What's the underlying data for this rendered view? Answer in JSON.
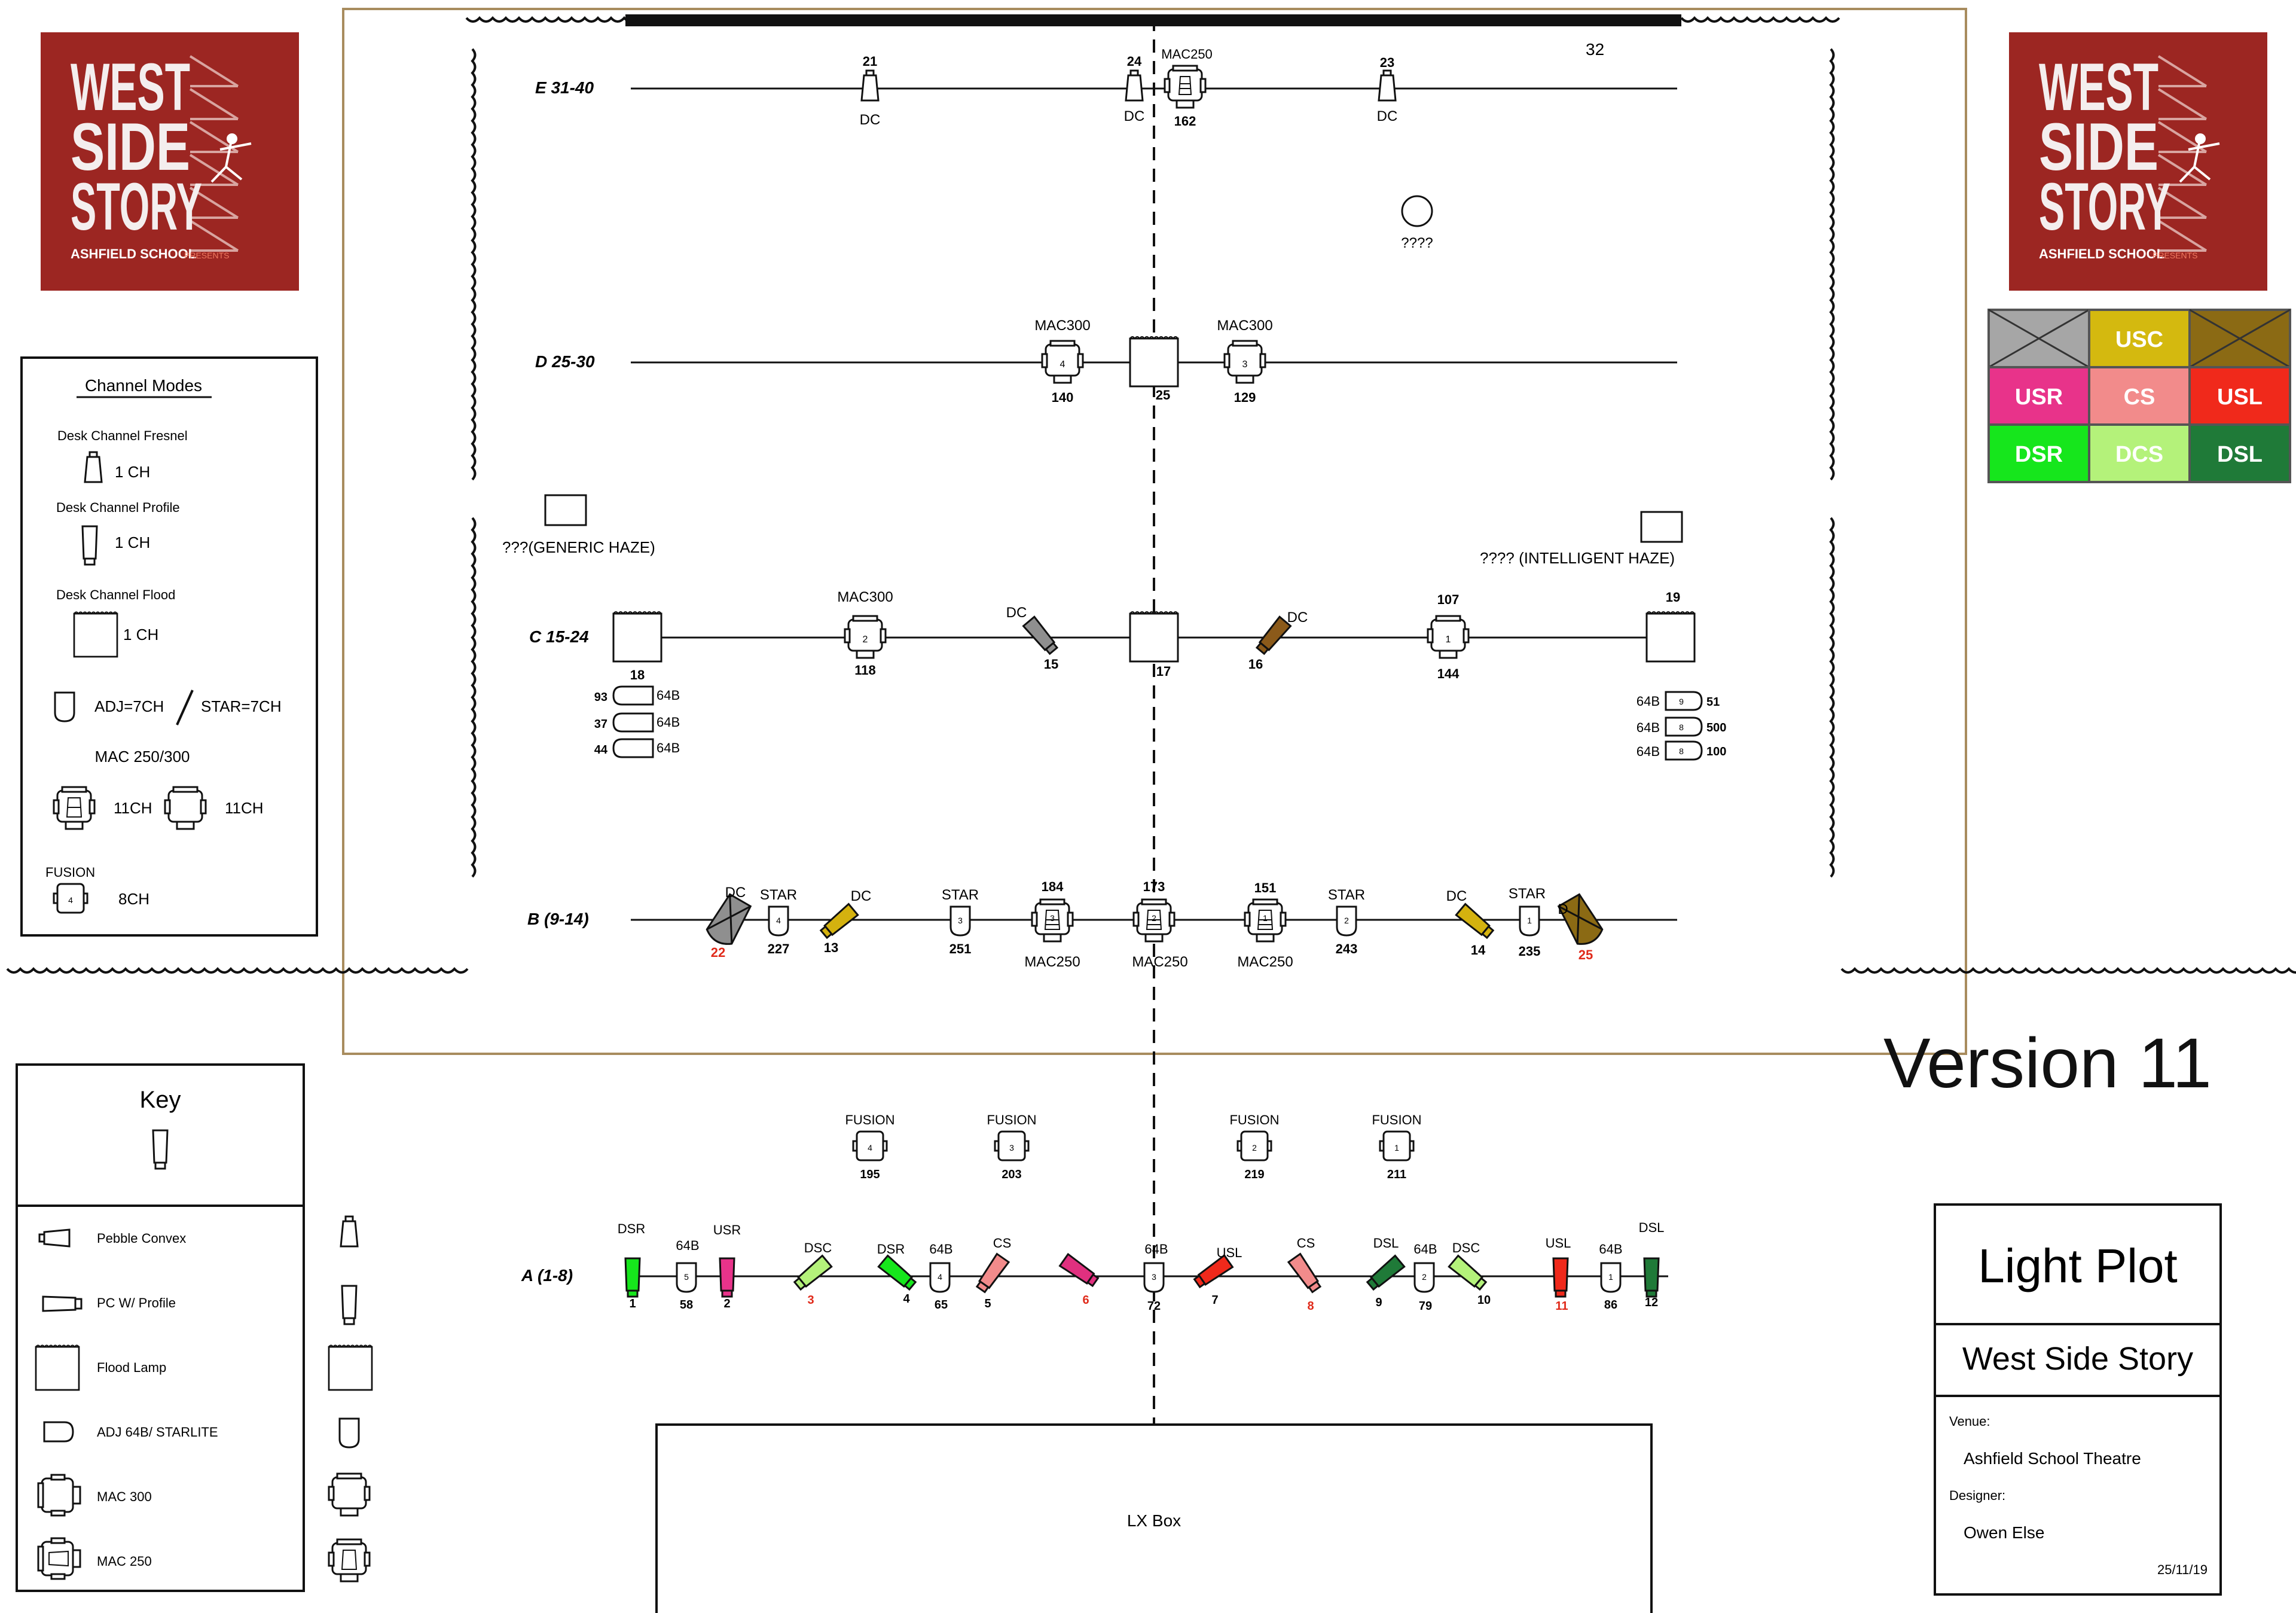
{
  "logo": {
    "line1": "WEST",
    "line2": "SIDE",
    "line3": "STORY",
    "school": "ASHFIELD SCHOOL",
    "presents": "PRESENTS",
    "bg_color": "#9c2622"
  },
  "version_label": "Version 11",
  "stage_marker": "32",
  "bars": {
    "e": {
      "label": "E 31-40",
      "fixtures": [
        {
          "top": "21",
          "bottom": "DC"
        },
        {
          "top": "24",
          "bottom": "DC"
        },
        {
          "top": "MAC250",
          "bottom": "162"
        },
        {
          "top": "23",
          "bottom": "DC"
        }
      ],
      "circle_label": "????"
    },
    "d": {
      "label": "D 25-30",
      "fixtures": [
        {
          "top": "MAC300",
          "inner": "4",
          "bottom": "140"
        },
        {
          "bottom": "25"
        },
        {
          "top": "MAC300",
          "inner": "3",
          "bottom": "129"
        }
      ]
    },
    "c": {
      "label": "C 15-24",
      "haze_left": "???(GENERIC HAZE)",
      "haze_right": "???? (INTELLIGENT HAZE)",
      "fixtures": [
        {
          "bottom": "18"
        },
        {
          "top": "MAC300",
          "inner": "2",
          "bottom": "118"
        },
        {
          "top": "DC",
          "bottom": "15"
        },
        {
          "bottom": "17"
        },
        {
          "top": "DC",
          "bottom": "16"
        },
        {
          "top": "107",
          "inner": "1",
          "bottom": "144"
        },
        {
          "top": "19"
        }
      ],
      "left_stack": [
        {
          "num": "93",
          "label": "64B"
        },
        {
          "num": "37",
          "label": "64B"
        },
        {
          "num": "44",
          "label": "64B"
        }
      ],
      "right_stack": [
        {
          "label": "64B",
          "inner": "9",
          "num": "51"
        },
        {
          "label": "64B",
          "inner": "8",
          "num": "500"
        },
        {
          "label": "64B",
          "inner": "8",
          "num": "100"
        }
      ]
    },
    "b": {
      "label": "B (9-14)",
      "fixtures": [
        {
          "top": "DC",
          "bottom": "22"
        },
        {
          "top": "STAR",
          "inner": "4",
          "bottom": "227"
        },
        {
          "top": "DC",
          "bottom": "13"
        },
        {
          "top": "STAR",
          "inner": "3",
          "bottom": "251"
        },
        {
          "top": "184",
          "inner": "3",
          "bottom": "MAC250"
        },
        {
          "top": "173",
          "inner": "2",
          "bottom": "MAC250"
        },
        {
          "top": "151",
          "inner": "1",
          "bottom": "MAC250"
        },
        {
          "top": "STAR",
          "inner": "2",
          "bottom": "243"
        },
        {
          "top": "DC",
          "bottom": "14"
        },
        {
          "top": "STAR",
          "inner": "1",
          "bottom": "235"
        },
        {
          "top": "D",
          "bottom": "25"
        }
      ]
    },
    "fusion": [
      {
        "top": "FUSION",
        "inner": "4",
        "bottom": "195"
      },
      {
        "top": "FUSION",
        "inner": "3",
        "bottom": "203"
      },
      {
        "top": "FUSION",
        "inner": "2",
        "bottom": "219"
      },
      {
        "top": "FUSION",
        "inner": "1",
        "bottom": "211"
      }
    ],
    "a": {
      "label": "A (1-8)",
      "fixtures": [
        {
          "top": "DSR",
          "bottom": "1"
        },
        {
          "top": "64B",
          "inner": "5",
          "bottom": "58"
        },
        {
          "top": "USR",
          "bottom": "2"
        },
        {
          "top": "DSC",
          "bottom": "3"
        },
        {
          "top": "DSR",
          "bottom": "4"
        },
        {
          "top": "64B",
          "inner": "4",
          "bottom": "65"
        },
        {
          "top": "CS",
          "bottom": "5"
        },
        {
          "bottom": "6"
        },
        {
          "top": "64B",
          "inner": "3",
          "bottom": "72"
        },
        {
          "top": "USL",
          "bottom": "7"
        },
        {
          "top": "CS",
          "bottom": "8"
        },
        {
          "top": "DSL",
          "bottom": "9"
        },
        {
          "top": "64B",
          "inner": "2",
          "bottom": "79"
        },
        {
          "top": "DSC",
          "bottom": "10"
        },
        {
          "top": "USL",
          "bottom": "11"
        },
        {
          "top": "64B",
          "inner": "1",
          "bottom": "86"
        },
        {
          "top": "DSL",
          "bottom": "12"
        }
      ]
    }
  },
  "lx_box": "LX  Box",
  "channel_modes": {
    "title": "Channel Modes",
    "fresnel_label": "Desk Channel Fresnel",
    "fresnel_ch": "1 CH",
    "profile_label": "Desk Channel Profile",
    "profile_ch": "1 CH",
    "flood_label": "Desk Channel Flood",
    "flood_ch": "1 CH",
    "adj_star": "ADJ=7CH",
    "star": "STAR=7CH",
    "mac_title": "MAC 250/300",
    "mac250_ch": "11CH",
    "mac300_ch": "11CH",
    "fusion_label": "FUSION",
    "fusion_inner": "4",
    "fusion_ch": "8CH"
  },
  "key": {
    "title": "Key",
    "items": [
      "Pebble Convex",
      "PC W/ Profile",
      "Flood Lamp",
      "ADJ 64B/ STARLITE",
      "MAC 300",
      "MAC 250"
    ]
  },
  "zones": [
    {
      "label": "",
      "color": "#a6a6a6",
      "crossed": true
    },
    {
      "label": "USC",
      "color": "#d4b90f",
      "crossed": false
    },
    {
      "label": "",
      "color": "#8b6a14",
      "crossed": true
    },
    {
      "label": "USR",
      "color": "#e8338a",
      "crossed": false
    },
    {
      "label": "CS",
      "color": "#f28b8b",
      "crossed": false
    },
    {
      "label": "USL",
      "color": "#f0291b",
      "crossed": false
    },
    {
      "label": "DSR",
      "color": "#16e61c",
      "crossed": false
    },
    {
      "label": "DCS",
      "color": "#b4f27a",
      "crossed": false
    },
    {
      "label": "DSL",
      "color": "#1f7a38",
      "crossed": false
    }
  ],
  "title_block": {
    "title": "Light Plot",
    "show": "West Side Story",
    "venue_label": "Venue:",
    "venue": "Ashfield School Theatre",
    "designer_label": "Designer:",
    "designer": "Owen Else",
    "date": "25/11/19"
  },
  "colors": {
    "red_number": "#e02a1a",
    "frame": "#a88c5e",
    "grey": "#8f8f8f",
    "mustard": "#d4b20f",
    "brown": "#8b5a1a",
    "olive": "#8b6a14",
    "green": "#16e61c",
    "pink": "#e8338a",
    "light_green": "#b4f27a",
    "salmon": "#f28b8b",
    "red": "#f0291b",
    "dark_green": "#1f7a38",
    "magenta": "#e0307f"
  }
}
